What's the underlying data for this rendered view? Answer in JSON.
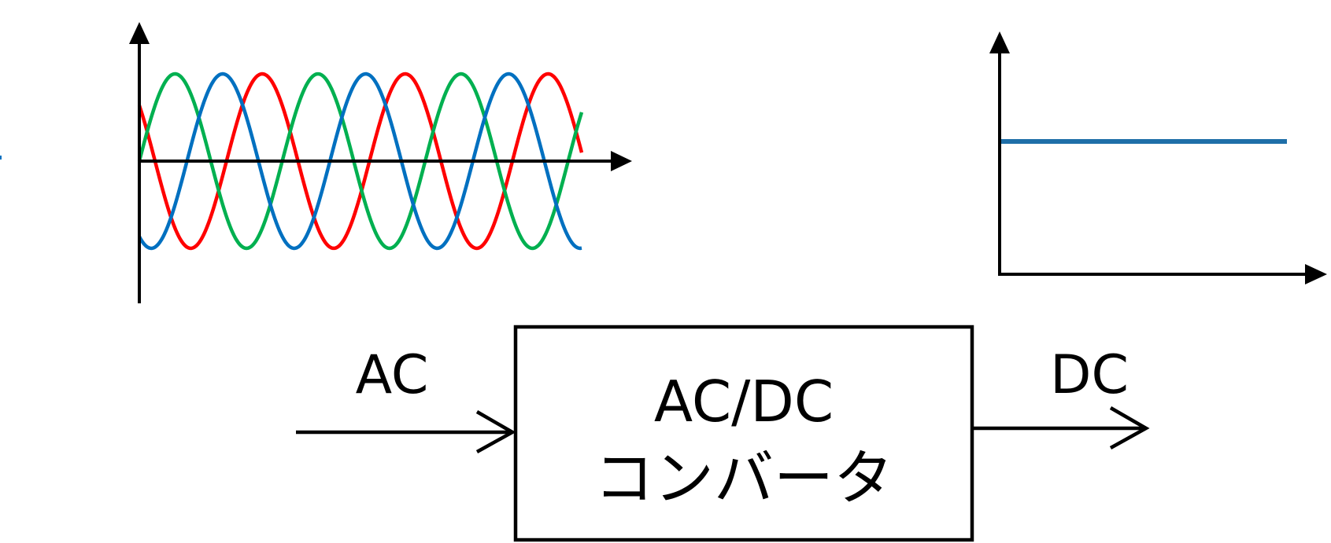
{
  "diagram": {
    "input_label": "AC",
    "output_label": "DC",
    "converter": {
      "line1": "AC/DC",
      "line2": "コンバータ"
    }
  },
  "waveforms": {
    "ac_phase_colors": [
      "#ff0000",
      "#00b050",
      "#0070c0"
    ],
    "ac_cycles_shown": 3.1,
    "dc_color": "#1f6fa8"
  },
  "colors": {
    "stroke": "#000000",
    "background": "#ffffff"
  }
}
